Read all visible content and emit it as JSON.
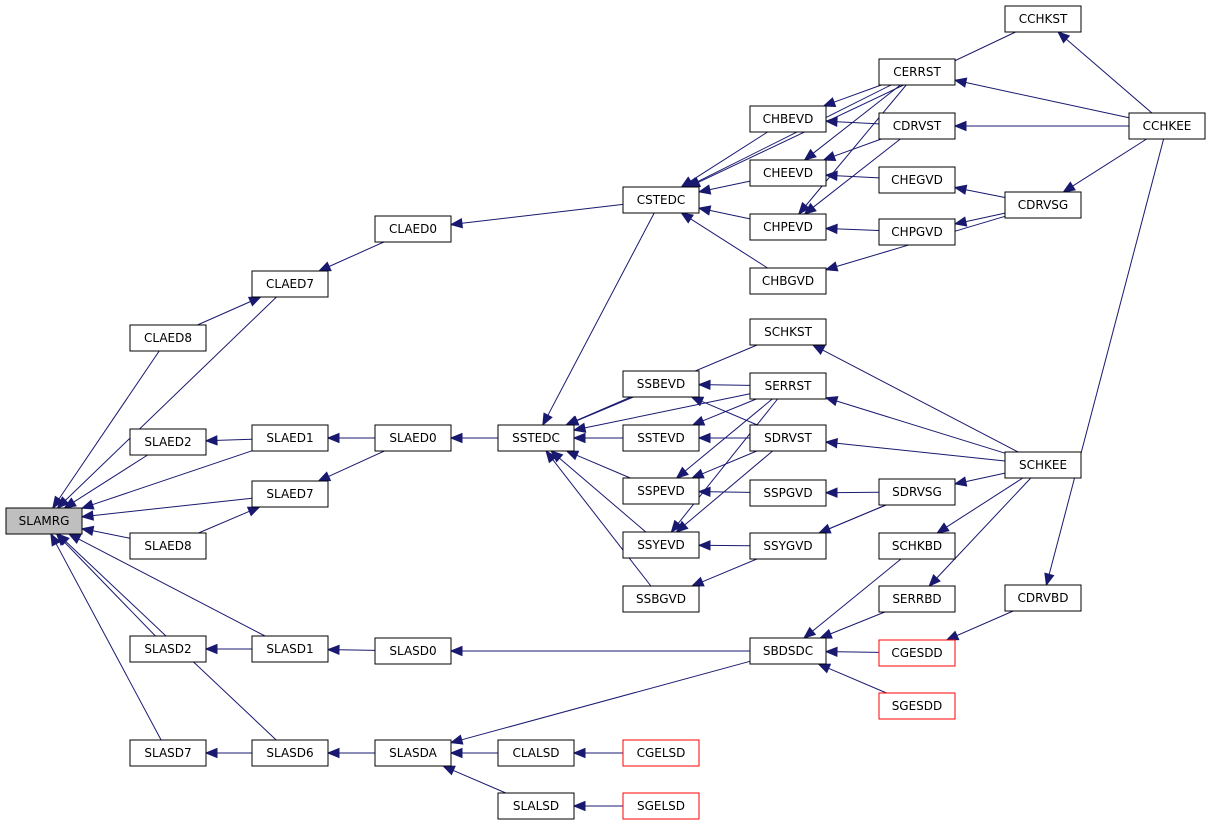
{
  "colors": {
    "edge": "#191970",
    "root_fill": "#bfbfbf",
    "red_border": "#ff0000",
    "border": "#000000"
  },
  "nodes": [
    {
      "id": "SLAMRG",
      "label": "SLAMRG",
      "style": "root"
    },
    {
      "id": "CLAED7",
      "label": "CLAED7"
    },
    {
      "id": "CLAED8",
      "label": "CLAED8"
    },
    {
      "id": "SLAED2",
      "label": "SLAED2"
    },
    {
      "id": "SLAED1",
      "label": "SLAED1"
    },
    {
      "id": "SLAED7",
      "label": "SLAED7"
    },
    {
      "id": "SLAED8",
      "label": "SLAED8"
    },
    {
      "id": "SLASD2",
      "label": "SLASD2"
    },
    {
      "id": "SLASD1",
      "label": "SLASD1"
    },
    {
      "id": "SLASD7",
      "label": "SLASD7"
    },
    {
      "id": "SLASD6",
      "label": "SLASD6"
    },
    {
      "id": "CLAED0",
      "label": "CLAED0"
    },
    {
      "id": "SLAED0",
      "label": "SLAED0"
    },
    {
      "id": "SLASD0",
      "label": "SLASD0"
    },
    {
      "id": "SLASDA",
      "label": "SLASDA"
    },
    {
      "id": "CSTEDC",
      "label": "CSTEDC"
    },
    {
      "id": "SSTEDC",
      "label": "SSTEDC"
    },
    {
      "id": "CLALSD",
      "label": "CLALSD"
    },
    {
      "id": "SLALSD",
      "label": "SLALSD"
    },
    {
      "id": "CGELSD",
      "label": "CGELSD",
      "style": "red"
    },
    {
      "id": "SGELSD",
      "label": "SGELSD",
      "style": "red"
    },
    {
      "id": "SSBEVD",
      "label": "SSBEVD"
    },
    {
      "id": "SSTEVD",
      "label": "SSTEVD"
    },
    {
      "id": "SSPEVD",
      "label": "SSPEVD"
    },
    {
      "id": "SSYEVD",
      "label": "SSYEVD"
    },
    {
      "id": "SSBGVD",
      "label": "SSBGVD"
    },
    {
      "id": "CHBEVD",
      "label": "CHBEVD"
    },
    {
      "id": "CHEEVD",
      "label": "CHEEVD"
    },
    {
      "id": "CHPEVD",
      "label": "CHPEVD"
    },
    {
      "id": "CHBGVD",
      "label": "CHBGVD"
    },
    {
      "id": "SCHKST",
      "label": "SCHKST"
    },
    {
      "id": "SERRST",
      "label": "SERRST"
    },
    {
      "id": "SDRVST",
      "label": "SDRVST"
    },
    {
      "id": "SSPGVD",
      "label": "SSPGVD"
    },
    {
      "id": "SSYGVD",
      "label": "SSYGVD"
    },
    {
      "id": "SBDSDC",
      "label": "SBDSDC"
    },
    {
      "id": "CERRST",
      "label": "CERRST"
    },
    {
      "id": "CDRVST",
      "label": "CDRVST"
    },
    {
      "id": "CHEGVD",
      "label": "CHEGVD"
    },
    {
      "id": "CHPGVD",
      "label": "CHPGVD"
    },
    {
      "id": "SDRVSG",
      "label": "SDRVSG"
    },
    {
      "id": "SCHKBD",
      "label": "SCHKBD"
    },
    {
      "id": "SERRBD",
      "label": "SERRBD"
    },
    {
      "id": "CGESDD",
      "label": "CGESDD",
      "style": "red"
    },
    {
      "id": "SGESDD",
      "label": "SGESDD",
      "style": "red"
    },
    {
      "id": "CCHKST",
      "label": "CCHKST"
    },
    {
      "id": "CDRVSG",
      "label": "CDRVSG"
    },
    {
      "id": "CCHKEE",
      "label": "CCHKEE"
    },
    {
      "id": "SCHKEE",
      "label": "SCHKEE"
    },
    {
      "id": "CDRVBD",
      "label": "CDRVBD"
    }
  ],
  "edges": [
    {
      "from": "CLAED7",
      "to": "SLAMRG"
    },
    {
      "from": "CLAED8",
      "to": "SLAMRG"
    },
    {
      "from": "SLAED1",
      "to": "SLAMRG"
    },
    {
      "from": "SLAED2",
      "to": "SLAMRG"
    },
    {
      "from": "SLAED7",
      "to": "SLAMRG"
    },
    {
      "from": "SLAED8",
      "to": "SLAMRG"
    },
    {
      "from": "SLASD1",
      "to": "SLAMRG"
    },
    {
      "from": "SLASD2",
      "to": "SLAMRG"
    },
    {
      "from": "SLASD6",
      "to": "SLAMRG"
    },
    {
      "from": "SLASD7",
      "to": "SLAMRG"
    },
    {
      "from": "CLAED8",
      "to": "CLAED7"
    },
    {
      "from": "CLAED0",
      "to": "CLAED7"
    },
    {
      "from": "SLAED1",
      "to": "SLAED2"
    },
    {
      "from": "SLAED0",
      "to": "SLAED1"
    },
    {
      "from": "SLAED8",
      "to": "SLAED7"
    },
    {
      "from": "SLAED0",
      "to": "SLAED7"
    },
    {
      "from": "SLASD1",
      "to": "SLASD2"
    },
    {
      "from": "SLASD0",
      "to": "SLASD1"
    },
    {
      "from": "SLASD6",
      "to": "SLASD7"
    },
    {
      "from": "SLASDA",
      "to": "SLASD6"
    },
    {
      "from": "CSTEDC",
      "to": "CLAED0"
    },
    {
      "from": "SSTEDC",
      "to": "SLAED0"
    },
    {
      "from": "SBDSDC",
      "to": "SLASD0"
    },
    {
      "from": "CLALSD",
      "to": "SLASDA"
    },
    {
      "from": "SLALSD",
      "to": "SLASDA"
    },
    {
      "from": "SBDSDC",
      "to": "SLASDA"
    },
    {
      "from": "CGELSD",
      "to": "CLALSD"
    },
    {
      "from": "SGELSD",
      "to": "SLALSD"
    },
    {
      "from": "CHBEVD",
      "to": "CSTEDC"
    },
    {
      "from": "CHEEVD",
      "to": "CSTEDC"
    },
    {
      "from": "CHPEVD",
      "to": "CSTEDC"
    },
    {
      "from": "CHBGVD",
      "to": "CSTEDC"
    },
    {
      "from": "CCHKST",
      "to": "CSTEDC"
    },
    {
      "from": "CERRST",
      "to": "CSTEDC"
    },
    {
      "from": "SSBEVD",
      "to": "SSTEDC"
    },
    {
      "from": "SSTEVD",
      "to": "SSTEDC"
    },
    {
      "from": "SSPEVD",
      "to": "SSTEDC"
    },
    {
      "from": "SSYEVD",
      "to": "SSTEDC"
    },
    {
      "from": "SSBGVD",
      "to": "SSTEDC"
    },
    {
      "from": "SCHKST",
      "to": "SSTEDC"
    },
    {
      "from": "SERRST",
      "to": "SSTEDC"
    },
    {
      "from": "CSTEDC",
      "to": "SSTEDC"
    },
    {
      "from": "CERRST",
      "to": "CHBEVD"
    },
    {
      "from": "CDRVST",
      "to": "CHBEVD"
    },
    {
      "from": "CERRST",
      "to": "CHEEVD"
    },
    {
      "from": "CDRVST",
      "to": "CHEEVD"
    },
    {
      "from": "CHEGVD",
      "to": "CHEEVD"
    },
    {
      "from": "CERRST",
      "to": "CHPEVD"
    },
    {
      "from": "CDRVST",
      "to": "CHPEVD"
    },
    {
      "from": "CHPGVD",
      "to": "CHPEVD"
    },
    {
      "from": "CDRVSG",
      "to": "CHBGVD"
    },
    {
      "from": "SERRST",
      "to": "SSBEVD"
    },
    {
      "from": "SDRVST",
      "to": "SSBEVD"
    },
    {
      "from": "SERRST",
      "to": "SSTEVD"
    },
    {
      "from": "SDRVST",
      "to": "SSTEVD"
    },
    {
      "from": "SERRST",
      "to": "SSPEVD"
    },
    {
      "from": "SDRVST",
      "to": "SSPEVD"
    },
    {
      "from": "SSPGVD",
      "to": "SSPEVD"
    },
    {
      "from": "SERRST",
      "to": "SSYEVD"
    },
    {
      "from": "SDRVST",
      "to": "SSYEVD"
    },
    {
      "from": "SSYGVD",
      "to": "SSYEVD"
    },
    {
      "from": "SDRVSG",
      "to": "SSBGVD"
    },
    {
      "from": "SCHKEE",
      "to": "SCHKST"
    },
    {
      "from": "SCHKEE",
      "to": "SERRST"
    },
    {
      "from": "SCHKEE",
      "to": "SDRVST"
    },
    {
      "from": "SDRVSG",
      "to": "SSPGVD"
    },
    {
      "from": "SDRVSG",
      "to": "SSYGVD"
    },
    {
      "from": "SCHKBD",
      "to": "SBDSDC"
    },
    {
      "from": "SERRBD",
      "to": "SBDSDC"
    },
    {
      "from": "CGESDD",
      "to": "SBDSDC"
    },
    {
      "from": "SGESDD",
      "to": "SBDSDC"
    },
    {
      "from": "CCHKEE",
      "to": "CERRST"
    },
    {
      "from": "CCHKEE",
      "to": "CDRVST"
    },
    {
      "from": "CDRVSG",
      "to": "CHEGVD"
    },
    {
      "from": "CDRVSG",
      "to": "CHPGVD"
    },
    {
      "from": "SCHKEE",
      "to": "SDRVSG"
    },
    {
      "from": "SCHKEE",
      "to": "SCHKBD"
    },
    {
      "from": "SCHKEE",
      "to": "SERRBD"
    },
    {
      "from": "CDRVBD",
      "to": "CGESDD"
    },
    {
      "from": "CCHKEE",
      "to": "CCHKST"
    },
    {
      "from": "CCHKEE",
      "to": "CDRVSG"
    },
    {
      "from": "CCHKEE",
      "to": "CDRVBD"
    }
  ]
}
